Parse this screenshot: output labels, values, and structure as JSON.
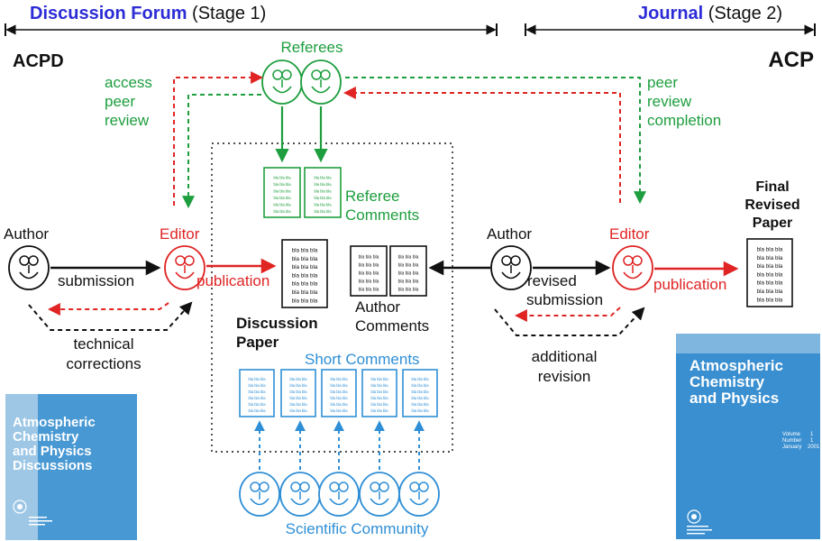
{
  "header": {
    "stage1_title": "Discussion Forum",
    "stage1_suffix": " (Stage 1)",
    "stage2_title": "Journal",
    "stage2_suffix": " (Stage 2)",
    "left_label": "ACPD",
    "right_label": "ACP"
  },
  "actors": {
    "referees": "Referees",
    "author_left": "Author",
    "editor_left": "Editor",
    "author_right": "Author",
    "editor_right": "Editor",
    "scientific_community": "Scientific Community"
  },
  "labels": {
    "access_peer_review": [
      "access",
      "peer",
      "review"
    ],
    "peer_review_completion": [
      "peer",
      "review",
      "completion"
    ],
    "submission": "submission",
    "publication_left": "publication",
    "publication_right": "publication",
    "technical_corrections": [
      "technical",
      "corrections"
    ],
    "revised_submission": [
      "revised",
      "submission"
    ],
    "additional_revision": [
      "additional",
      "revision"
    ],
    "referee_comments": [
      "Referee",
      "Comments"
    ],
    "discussion_paper": [
      "Discussion",
      "Paper"
    ],
    "author_comments": [
      "Author",
      "Comments"
    ],
    "short_comments": "Short Comments",
    "final_revised_paper": [
      "Final",
      "Revised",
      "Paper"
    ]
  },
  "document_text": {
    "bla_line": "bla bla bla"
  },
  "covers": {
    "acpd": {
      "title": [
        "Atmospheric",
        "Chemistry",
        "and Physics",
        "Discussions"
      ],
      "bg": "#9dc7e5",
      "band": "#3a8fd0"
    },
    "acp": {
      "title": [
        "Atmospheric",
        "Chemistry",
        "and Physics"
      ],
      "meta": [
        "Volume",
        "Number",
        "January"
      ],
      "meta_values": [
        "1",
        "1",
        "2001"
      ],
      "bg": "#3a8fd0",
      "band": "#7fb6e0"
    }
  },
  "colors": {
    "stage_title": "#2c2cd6",
    "green": "#1e9e3e",
    "red": "#e02424",
    "blue": "#2f8fd6",
    "black": "#111111"
  },
  "icons": {
    "face": "smiley-face-icon",
    "document": "document-icon",
    "logo": "society-logo-icon"
  }
}
